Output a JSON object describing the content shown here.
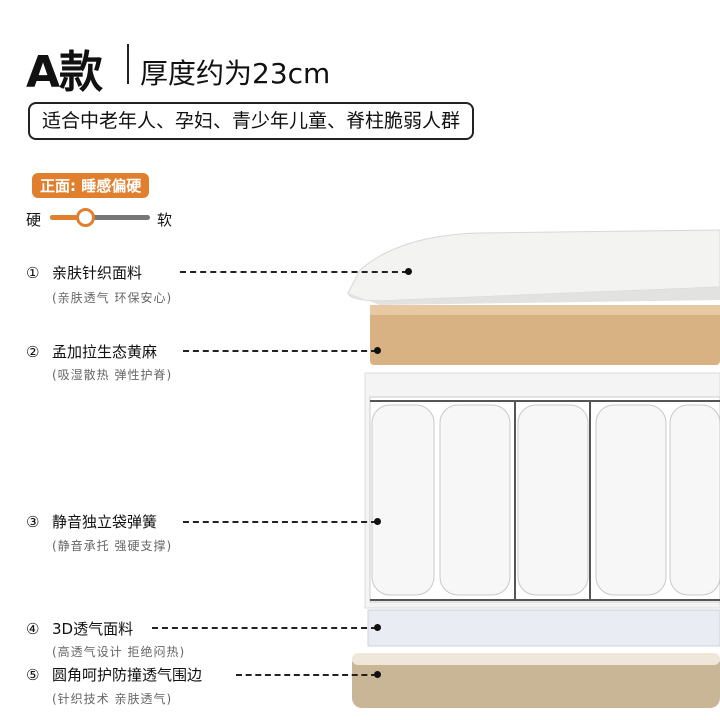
{
  "header": {
    "model": "A款",
    "thickness": "厚度约为23cm",
    "audience": "适合中老年人、孕妇、青少年儿童、脊柱脆弱人群"
  },
  "firmness": {
    "badge": "正面: 睡感偏硬",
    "hard_label": "硬",
    "soft_label": "软",
    "level_percent": 35,
    "accent": "#e07f2e"
  },
  "layers": [
    {
      "num": "①",
      "name": "亲肤针织面料",
      "desc": "(亲肤透气 环保安心)"
    },
    {
      "num": "②",
      "name": "孟加拉生态黄麻",
      "desc": "(吸湿散热 弹性护脊)"
    },
    {
      "num": "③",
      "name": "静音独立袋弹簧",
      "desc": "(静音承托 强硬支撑)"
    },
    {
      "num": "④",
      "name": "3D透气面料",
      "desc": "(高透气设计 拒绝闷热)"
    },
    {
      "num": "⑤",
      "name": "圆角呵护防撞透气围边",
      "desc": "(针织技术 亲肤透气)"
    }
  ]
}
